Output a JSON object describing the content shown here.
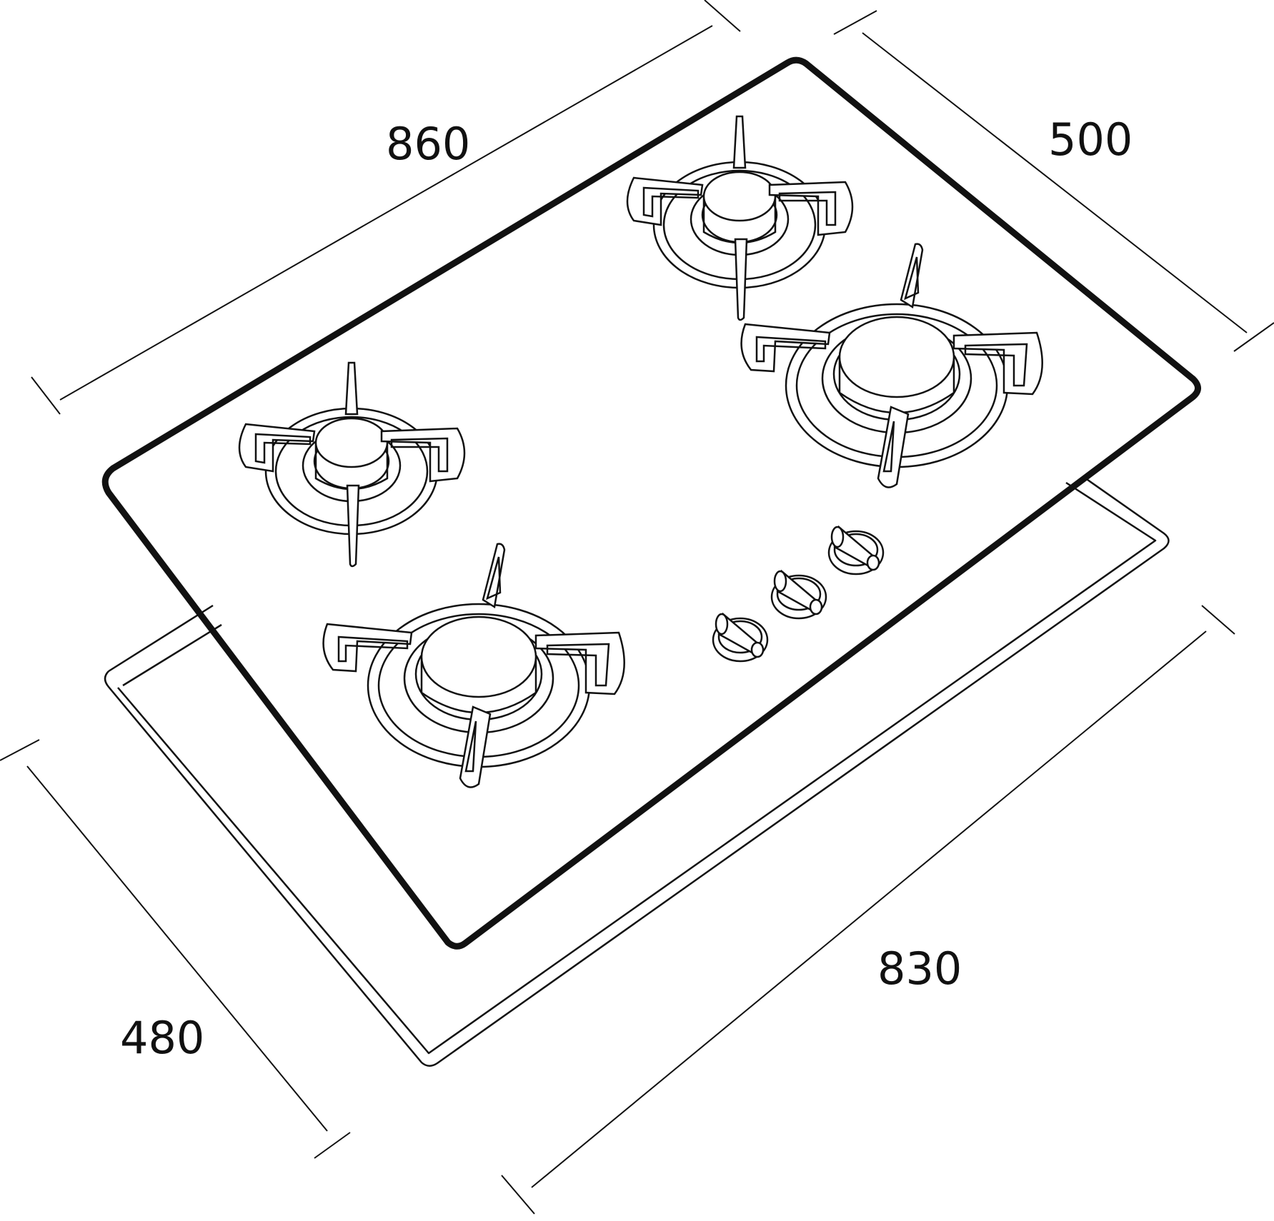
{
  "dimensions": {
    "top_width": "860",
    "top_depth": "500",
    "cutout_width": "830",
    "cutout_depth": "480"
  },
  "hob": {
    "burners": [
      {
        "id": "burner-rear-left",
        "size": "small"
      },
      {
        "id": "burner-rear-right",
        "size": "small"
      },
      {
        "id": "burner-front-right",
        "size": "large"
      },
      {
        "id": "burner-front-left",
        "size": "large"
      }
    ],
    "control_knobs": 3
  },
  "colors": {
    "line": "#111111",
    "background": "#ffffff"
  }
}
